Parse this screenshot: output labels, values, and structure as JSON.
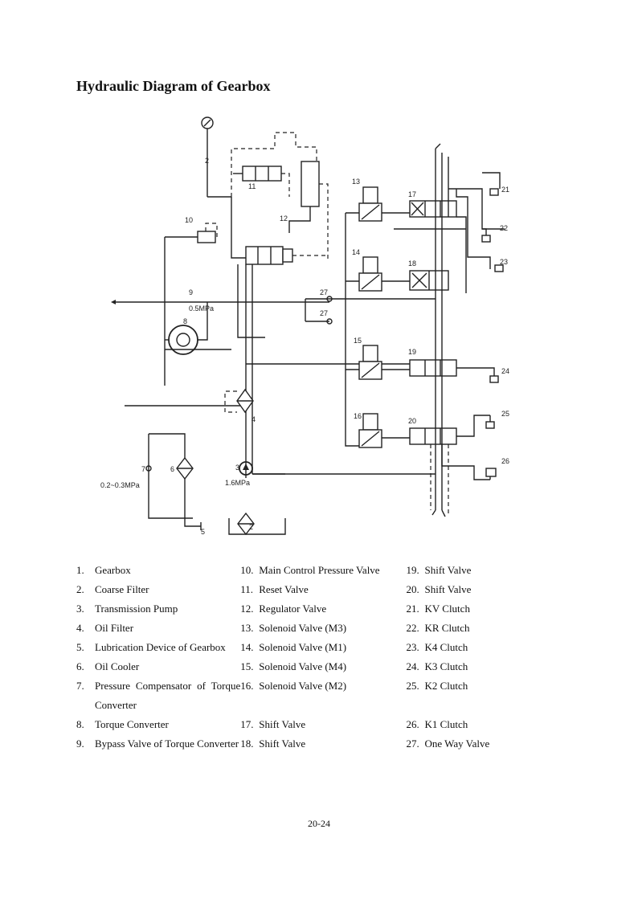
{
  "title": "Hydraulic Diagram of Gearbox",
  "diagram": {
    "component_numbers": [
      "1",
      "2",
      "3",
      "4",
      "5",
      "6",
      "7",
      "8",
      "9",
      "10",
      "11",
      "12",
      "13",
      "14",
      "15",
      "16",
      "17",
      "18",
      "19",
      "20",
      "21",
      "22",
      "23",
      "24",
      "25",
      "26",
      "27",
      "27"
    ],
    "pressure_labels": [
      "0.5MPa",
      "0.2~0.3MPa",
      "1.6MPa"
    ]
  },
  "legend": [
    [
      {
        "n": "1.",
        "t": "Gearbox"
      },
      {
        "n": "10.",
        "t": "Main Control Pressure Valve"
      },
      {
        "n": "19.",
        "t": "Shift Valve"
      }
    ],
    [
      {
        "n": "2.",
        "t": "Coarse Filter"
      },
      {
        "n": "11.",
        "t": "Reset Valve"
      },
      {
        "n": "20.",
        "t": "Shift Valve"
      }
    ],
    [
      {
        "n": "3.",
        "t": "Transmission Pump"
      },
      {
        "n": "12.",
        "t": "Regulator Valve"
      },
      {
        "n": "21.",
        "t": "KV Clutch"
      }
    ],
    [
      {
        "n": "4.",
        "t": "Oil Filter"
      },
      {
        "n": "13.",
        "t": "Solenoid Valve (M3)"
      },
      {
        "n": "22.",
        "t": "KR Clutch"
      }
    ],
    [
      {
        "n": "5.",
        "t": "Lubrication Device of Gearbox"
      },
      {
        "n": "14.",
        "t": "Solenoid Valve (M1)"
      },
      {
        "n": "23.",
        "t": "K4 Clutch"
      }
    ],
    [
      {
        "n": "6.",
        "t": "Oil Cooler"
      },
      {
        "n": "15.",
        "t": "Solenoid Valve (M4)"
      },
      {
        "n": "24.",
        "t": "K3 Clutch"
      }
    ],
    [
      {
        "n": "7.",
        "t": "Pressure Compensator of Torque Converter"
      },
      {
        "n": "16.",
        "t": "Solenoid Valve (M2)"
      },
      {
        "n": "25.",
        "t": "K2 Clutch"
      }
    ],
    [
      {
        "n": "8.",
        "t": "Torque Converter"
      },
      {
        "n": "17.",
        "t": "Shift Valve"
      },
      {
        "n": "26.",
        "t": "K1 Clutch"
      }
    ],
    [
      {
        "n": "9.",
        "t": "Bypass Valve of Torque Converter"
      },
      {
        "n": "18.",
        "t": "Shift Valve"
      },
      {
        "n": "27.",
        "t": "One Way Valve"
      }
    ]
  ],
  "page_number": "20-24"
}
